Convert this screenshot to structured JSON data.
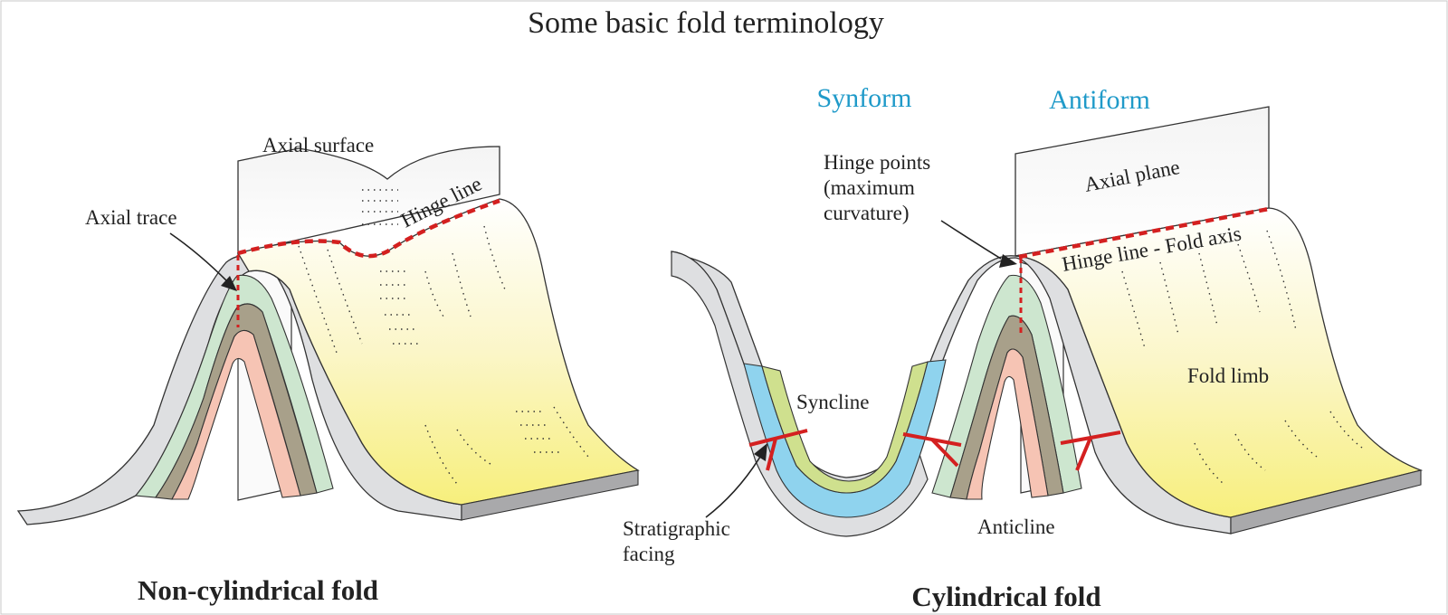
{
  "title": "Some basic fold terminology",
  "left_panel": {
    "caption": "Non-cylindrical fold",
    "labels": {
      "axial_surface": "Axial surface",
      "axial_trace": "Axial trace",
      "hinge_line": "Hinge line"
    }
  },
  "right_panel": {
    "caption": "Cylindrical fold",
    "synform": "Synform",
    "antiform": "Antiform",
    "labels": {
      "hinge_points_1": "Hinge points",
      "hinge_points_2": "(maximum",
      "hinge_points_3": "curvature)",
      "axial_plane": "Axial plane",
      "hinge_line_fold_axis": "Hinge line - Fold axis",
      "fold_limb": "Fold limb",
      "syncline": "Syncline",
      "anticline": "Anticline",
      "stratigraphic_1": "Stratigraphic",
      "stratigraphic_2": "facing"
    }
  },
  "colors": {
    "accent_blue": "#1f9ac9",
    "hinge_red": "#d42020",
    "limb_yellow": "#f7ef8a",
    "layer_grey": "#dedfe1",
    "layer_green": "#cde6cf",
    "layer_brown": "#a8a08a",
    "layer_pink": "#f6c4b4",
    "layer_blue": "#8fd3ee",
    "layer_olive": "#cfe08e"
  }
}
